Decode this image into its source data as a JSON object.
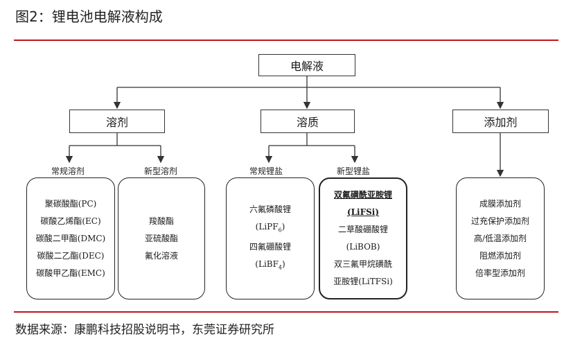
{
  "title": "图2：锂电池电解液构成",
  "root": "电解液",
  "categories": {
    "solvent": "溶剂",
    "solute": "溶质",
    "additive": "添加剂"
  },
  "subcategories": {
    "common_solvent": "常规溶剂",
    "new_solvent": "新型溶剂",
    "common_salt": "常规锂盐",
    "new_salt": "新型锂盐"
  },
  "leaves": {
    "common_solvent": [
      "聚碳酸酯(PC)",
      "碳酸乙烯酯(EC)",
      "碳酸二甲酯(DMC)",
      "碳酸二乙酯(DEC)",
      "碳酸甲乙酯(EMC)"
    ],
    "new_solvent": [
      "羧酸酯",
      "亚硫酸酯",
      "氟化溶液"
    ],
    "common_salt": {
      "lipf6_name": "六氟磷酸锂",
      "lipf6_formula": "LiPF",
      "lipf6_sub": "6",
      "libf4_name": "四氟硼酸锂",
      "libf4_formula": "LiBF",
      "libf4_sub": "4"
    },
    "new_salt": {
      "lifsi_name": "双氟磺酰亚胺锂",
      "lifsi_abbr": "(LiFSi)",
      "libob_name": "二草酸硼酸锂",
      "libob_abbr": "(LiBOB)",
      "litfsi_name_1": "双三氟甲烷磺酰",
      "litfsi_name_2": "亚胺锂(LiTFSi)"
    },
    "additive": [
      "成膜添加剂",
      "过充保护添加剂",
      "高/低温添加剂",
      "阻燃添加剂",
      "倍率型添加剂"
    ]
  },
  "source": "数据来源：康鹏科技招股说明书，东莞证券研究所",
  "colors": {
    "accent_rule": "#c0141c",
    "line": "#333333"
  }
}
